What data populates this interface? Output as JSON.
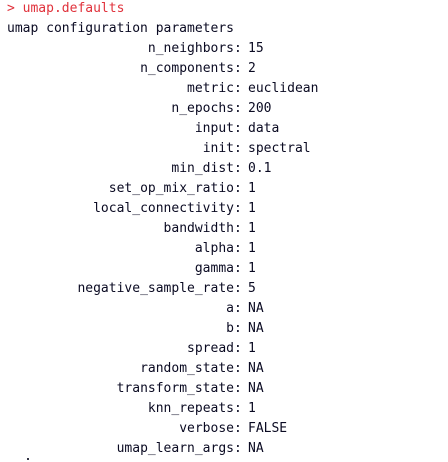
{
  "console": {
    "prompt_symbol": ">",
    "command": "umap.defaults",
    "header": "umap configuration parameters",
    "parameters": [
      {
        "name": "n_neighbors",
        "value": "15"
      },
      {
        "name": "n_components",
        "value": "2"
      },
      {
        "name": "metric",
        "value": "euclidean"
      },
      {
        "name": "n_epochs",
        "value": "200"
      },
      {
        "name": "input",
        "value": "data"
      },
      {
        "name": "init",
        "value": "spectral"
      },
      {
        "name": "min_dist",
        "value": "0.1"
      },
      {
        "name": "set_op_mix_ratio",
        "value": "1"
      },
      {
        "name": "local_connectivity",
        "value": "1"
      },
      {
        "name": "bandwidth",
        "value": "1"
      },
      {
        "name": "alpha",
        "value": "1"
      },
      {
        "name": "gamma",
        "value": "1"
      },
      {
        "name": "negative_sample_rate",
        "value": "5"
      },
      {
        "name": "a",
        "value": "NA"
      },
      {
        "name": "b",
        "value": "NA"
      },
      {
        "name": "spread",
        "value": "1"
      },
      {
        "name": "random_state",
        "value": "NA"
      },
      {
        "name": "transform_state",
        "value": "NA"
      },
      {
        "name": "knn_repeats",
        "value": "1"
      },
      {
        "name": "verbose",
        "value": "FALSE"
      },
      {
        "name": "umap_learn_args",
        "value": "NA"
      }
    ]
  },
  "colors": {
    "command": "#e0313b",
    "output": "#0a0a22",
    "background": "#ffffff"
  }
}
